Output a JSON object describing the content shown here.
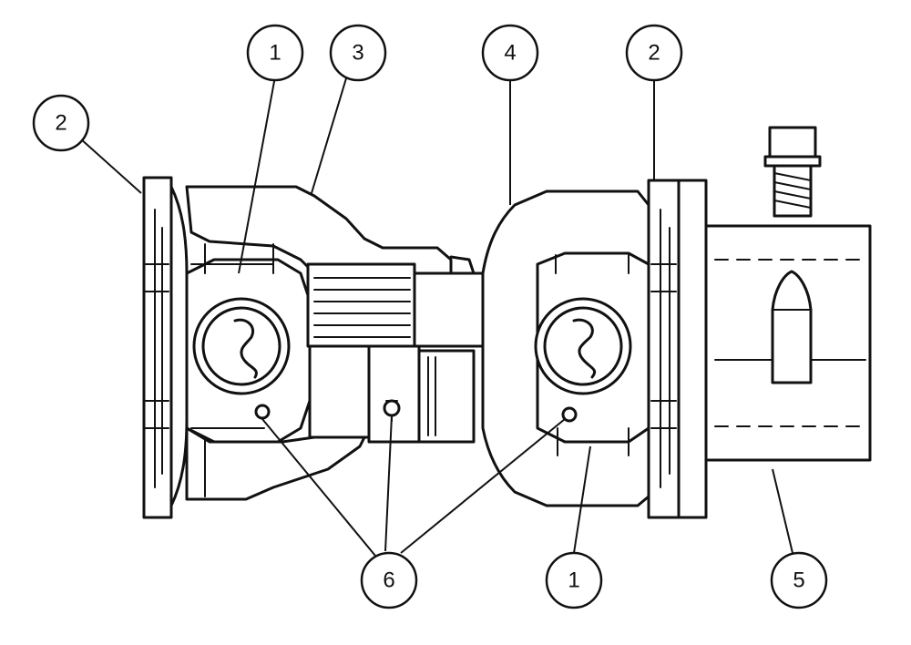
{
  "callouts": [
    {
      "id": "c-1-top",
      "label": "1"
    },
    {
      "id": "c-3",
      "label": "3"
    },
    {
      "id": "c-4",
      "label": "4"
    },
    {
      "id": "c-2-right",
      "label": "2"
    },
    {
      "id": "c-2-left",
      "label": "2"
    },
    {
      "id": "c-6",
      "label": "6"
    },
    {
      "id": "c-1-bottom",
      "label": "1"
    },
    {
      "id": "c-5",
      "label": "5"
    }
  ]
}
